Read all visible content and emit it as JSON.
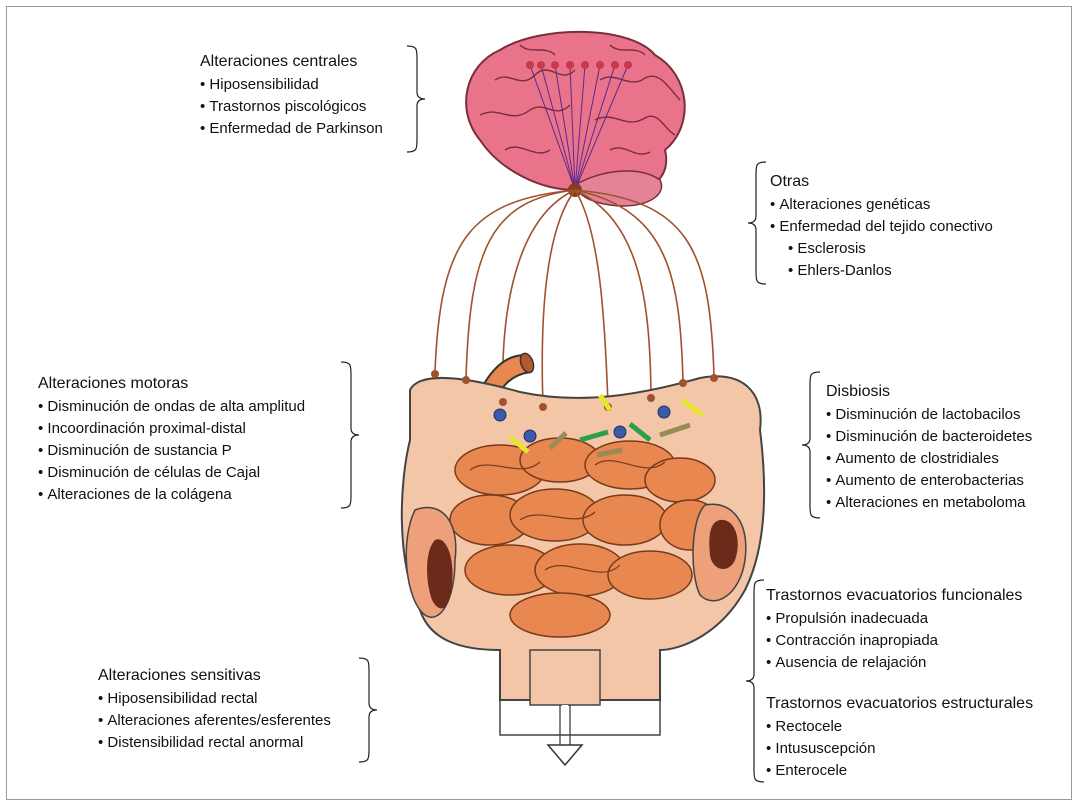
{
  "central": {
    "title": "Alteraciones centrales",
    "items": [
      "Hiposensibilidad",
      "Trastornos piscológicos",
      "Enfermedad de Parkinson"
    ]
  },
  "otras": {
    "title": "Otras",
    "items": [
      "Alteraciones genéticas",
      "Enfermedad del tejido conectivo"
    ],
    "subitems": [
      "Esclerosis",
      "Ehlers-Danlos"
    ]
  },
  "motoras": {
    "title": "Alteraciones motoras",
    "items": [
      "Disminución de ondas de alta amplitud",
      "Incoordinación proximal-distal",
      "Disminución de sustancia P",
      "Disminución de células de Cajal",
      "Alteraciones de la colágena"
    ]
  },
  "disbiosis": {
    "title": "Disbiosis",
    "items": [
      "Disminución de lactobacilos",
      "Disminución de bacteroidetes",
      "Aumento de clostridiales",
      "Aumento de enterobacterias",
      "Alteraciones en metaboloma"
    ]
  },
  "funcionales": {
    "title": "Trastornos evacuatorios funcionales",
    "items": [
      "Propulsión inadecuada",
      "Contracción inapropiada",
      "Ausencia de relajación"
    ]
  },
  "estructurales": {
    "title": "Trastornos evacuatorios estructurales",
    "items": [
      "Rectocele",
      "Intususcepción",
      "Enterocele"
    ]
  },
  "sensitivas": {
    "title": "Alteraciones sensitivas",
    "items": [
      "Hiposensibilidad rectal",
      "Alteraciones aferentes/esferentes",
      "Distensibilidad rectal anormal"
    ]
  },
  "colors": {
    "brain": "#e9738a",
    "nerve": "#a0522d",
    "intestine": "#e8874f",
    "colon_wall": "#f3c6a8",
    "stool": "#6b2a1a",
    "bacteria_blue": "#3b5ba8",
    "bacteria_green": "#2aa04a",
    "bacteria_yellow": "#e6e62a",
    "bacteria_olive": "#9a8a55"
  }
}
